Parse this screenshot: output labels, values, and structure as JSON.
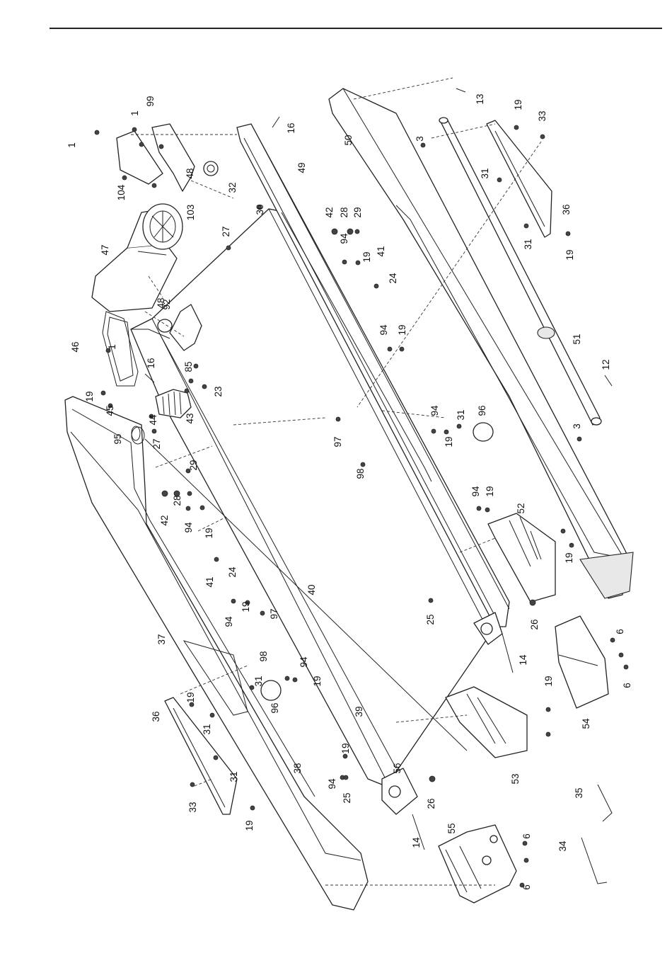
{
  "callouts": [
    {
      "n": "1"
    },
    {
      "n": "1"
    },
    {
      "n": "99"
    },
    {
      "n": "104"
    },
    {
      "n": "103"
    },
    {
      "n": "48"
    },
    {
      "n": "47"
    },
    {
      "n": "1"
    },
    {
      "n": "46"
    },
    {
      "n": "48"
    },
    {
      "n": "92"
    },
    {
      "n": "16"
    },
    {
      "n": "85"
    },
    {
      "n": "23"
    },
    {
      "n": "19"
    },
    {
      "n": "45"
    },
    {
      "n": "44"
    },
    {
      "n": "43"
    },
    {
      "n": "95"
    },
    {
      "n": "27"
    },
    {
      "n": "29"
    },
    {
      "n": "42"
    },
    {
      "n": "28"
    },
    {
      "n": "94"
    },
    {
      "n": "19"
    },
    {
      "n": "41"
    },
    {
      "n": "24"
    },
    {
      "n": "37"
    },
    {
      "n": "94"
    },
    {
      "n": "19"
    },
    {
      "n": "97"
    },
    {
      "n": "98"
    },
    {
      "n": "94"
    },
    {
      "n": "31"
    },
    {
      "n": "19"
    },
    {
      "n": "96"
    },
    {
      "n": "36"
    },
    {
      "n": "19"
    },
    {
      "n": "31"
    },
    {
      "n": "31"
    },
    {
      "n": "33"
    },
    {
      "n": "19"
    },
    {
      "n": "38"
    },
    {
      "n": "39"
    },
    {
      "n": "19"
    },
    {
      "n": "94"
    },
    {
      "n": "25"
    },
    {
      "n": "56"
    },
    {
      "n": "26"
    },
    {
      "n": "14"
    },
    {
      "n": "55"
    },
    {
      "n": "6"
    },
    {
      "n": "6"
    },
    {
      "n": "34"
    },
    {
      "n": "35"
    },
    {
      "n": "53"
    },
    {
      "n": "19"
    },
    {
      "n": "14"
    },
    {
      "n": "25"
    },
    {
      "n": "26"
    },
    {
      "n": "40"
    },
    {
      "n": "16"
    },
    {
      "n": "49"
    },
    {
      "n": "32"
    },
    {
      "n": "30"
    },
    {
      "n": "27"
    },
    {
      "n": "42"
    },
    {
      "n": "28"
    },
    {
      "n": "29"
    },
    {
      "n": "94"
    },
    {
      "n": "19"
    },
    {
      "n": "41"
    },
    {
      "n": "24"
    },
    {
      "n": "94"
    },
    {
      "n": "19"
    },
    {
      "n": "97"
    },
    {
      "n": "98"
    },
    {
      "n": "94"
    },
    {
      "n": "19"
    },
    {
      "n": "31"
    },
    {
      "n": "96"
    },
    {
      "n": "94"
    },
    {
      "n": "19"
    },
    {
      "n": "52"
    },
    {
      "n": "19"
    },
    {
      "n": "6"
    },
    {
      "n": "6"
    },
    {
      "n": "54"
    },
    {
      "n": "50"
    },
    {
      "n": "3"
    },
    {
      "n": "13"
    },
    {
      "n": "19"
    },
    {
      "n": "33"
    },
    {
      "n": "31"
    },
    {
      "n": "36"
    },
    {
      "n": "31"
    },
    {
      "n": "19"
    },
    {
      "n": "51"
    },
    {
      "n": "12"
    },
    {
      "n": "3"
    }
  ]
}
